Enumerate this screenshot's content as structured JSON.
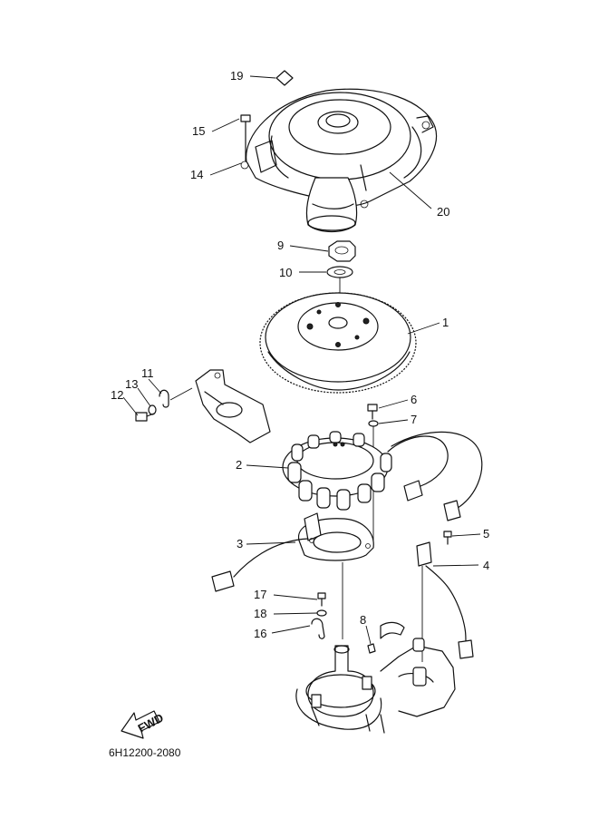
{
  "diagram_code": "6H12200-2080",
  "fwd_label": "FWD",
  "callouts": {
    "c1": "1",
    "c2": "2",
    "c3": "3",
    "c4": "4",
    "c5": "5",
    "c6": "6",
    "c7": "7",
    "c8": "8",
    "c9": "9",
    "c10": "10",
    "c11": "11",
    "c12": "12",
    "c13": "13",
    "c14": "14",
    "c15": "15",
    "c16": "16",
    "c17": "17",
    "c18": "18",
    "c19": "19",
    "c20": "20"
  }
}
